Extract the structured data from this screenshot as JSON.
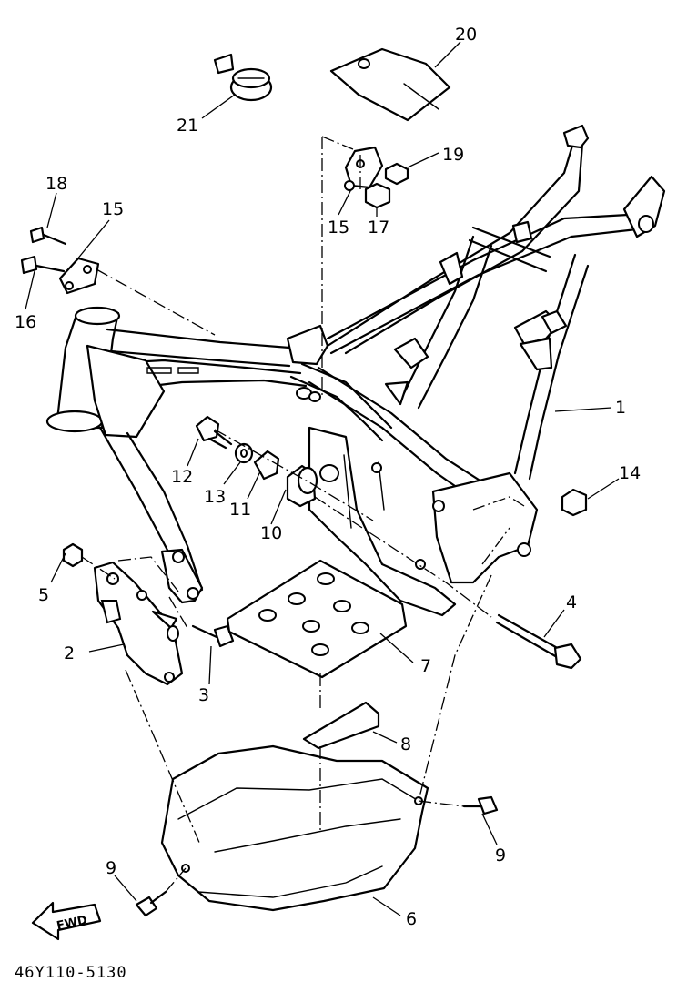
{
  "callouts": {
    "c1": "1",
    "c2": "2",
    "c3": "3",
    "c4": "4",
    "c5": "5",
    "c6": "6",
    "c7": "7",
    "c8": "8",
    "c9a": "9",
    "c9b": "9",
    "c10": "10",
    "c11": "11",
    "c12": "12",
    "c13": "13",
    "c14": "14",
    "c15a": "15",
    "c15b": "15",
    "c16": "16",
    "c17": "17",
    "c18": "18",
    "c19": "19",
    "c20": "20",
    "c21": "21"
  },
  "fwd_label": "FWD",
  "drawing_code": "46Y110-5130"
}
